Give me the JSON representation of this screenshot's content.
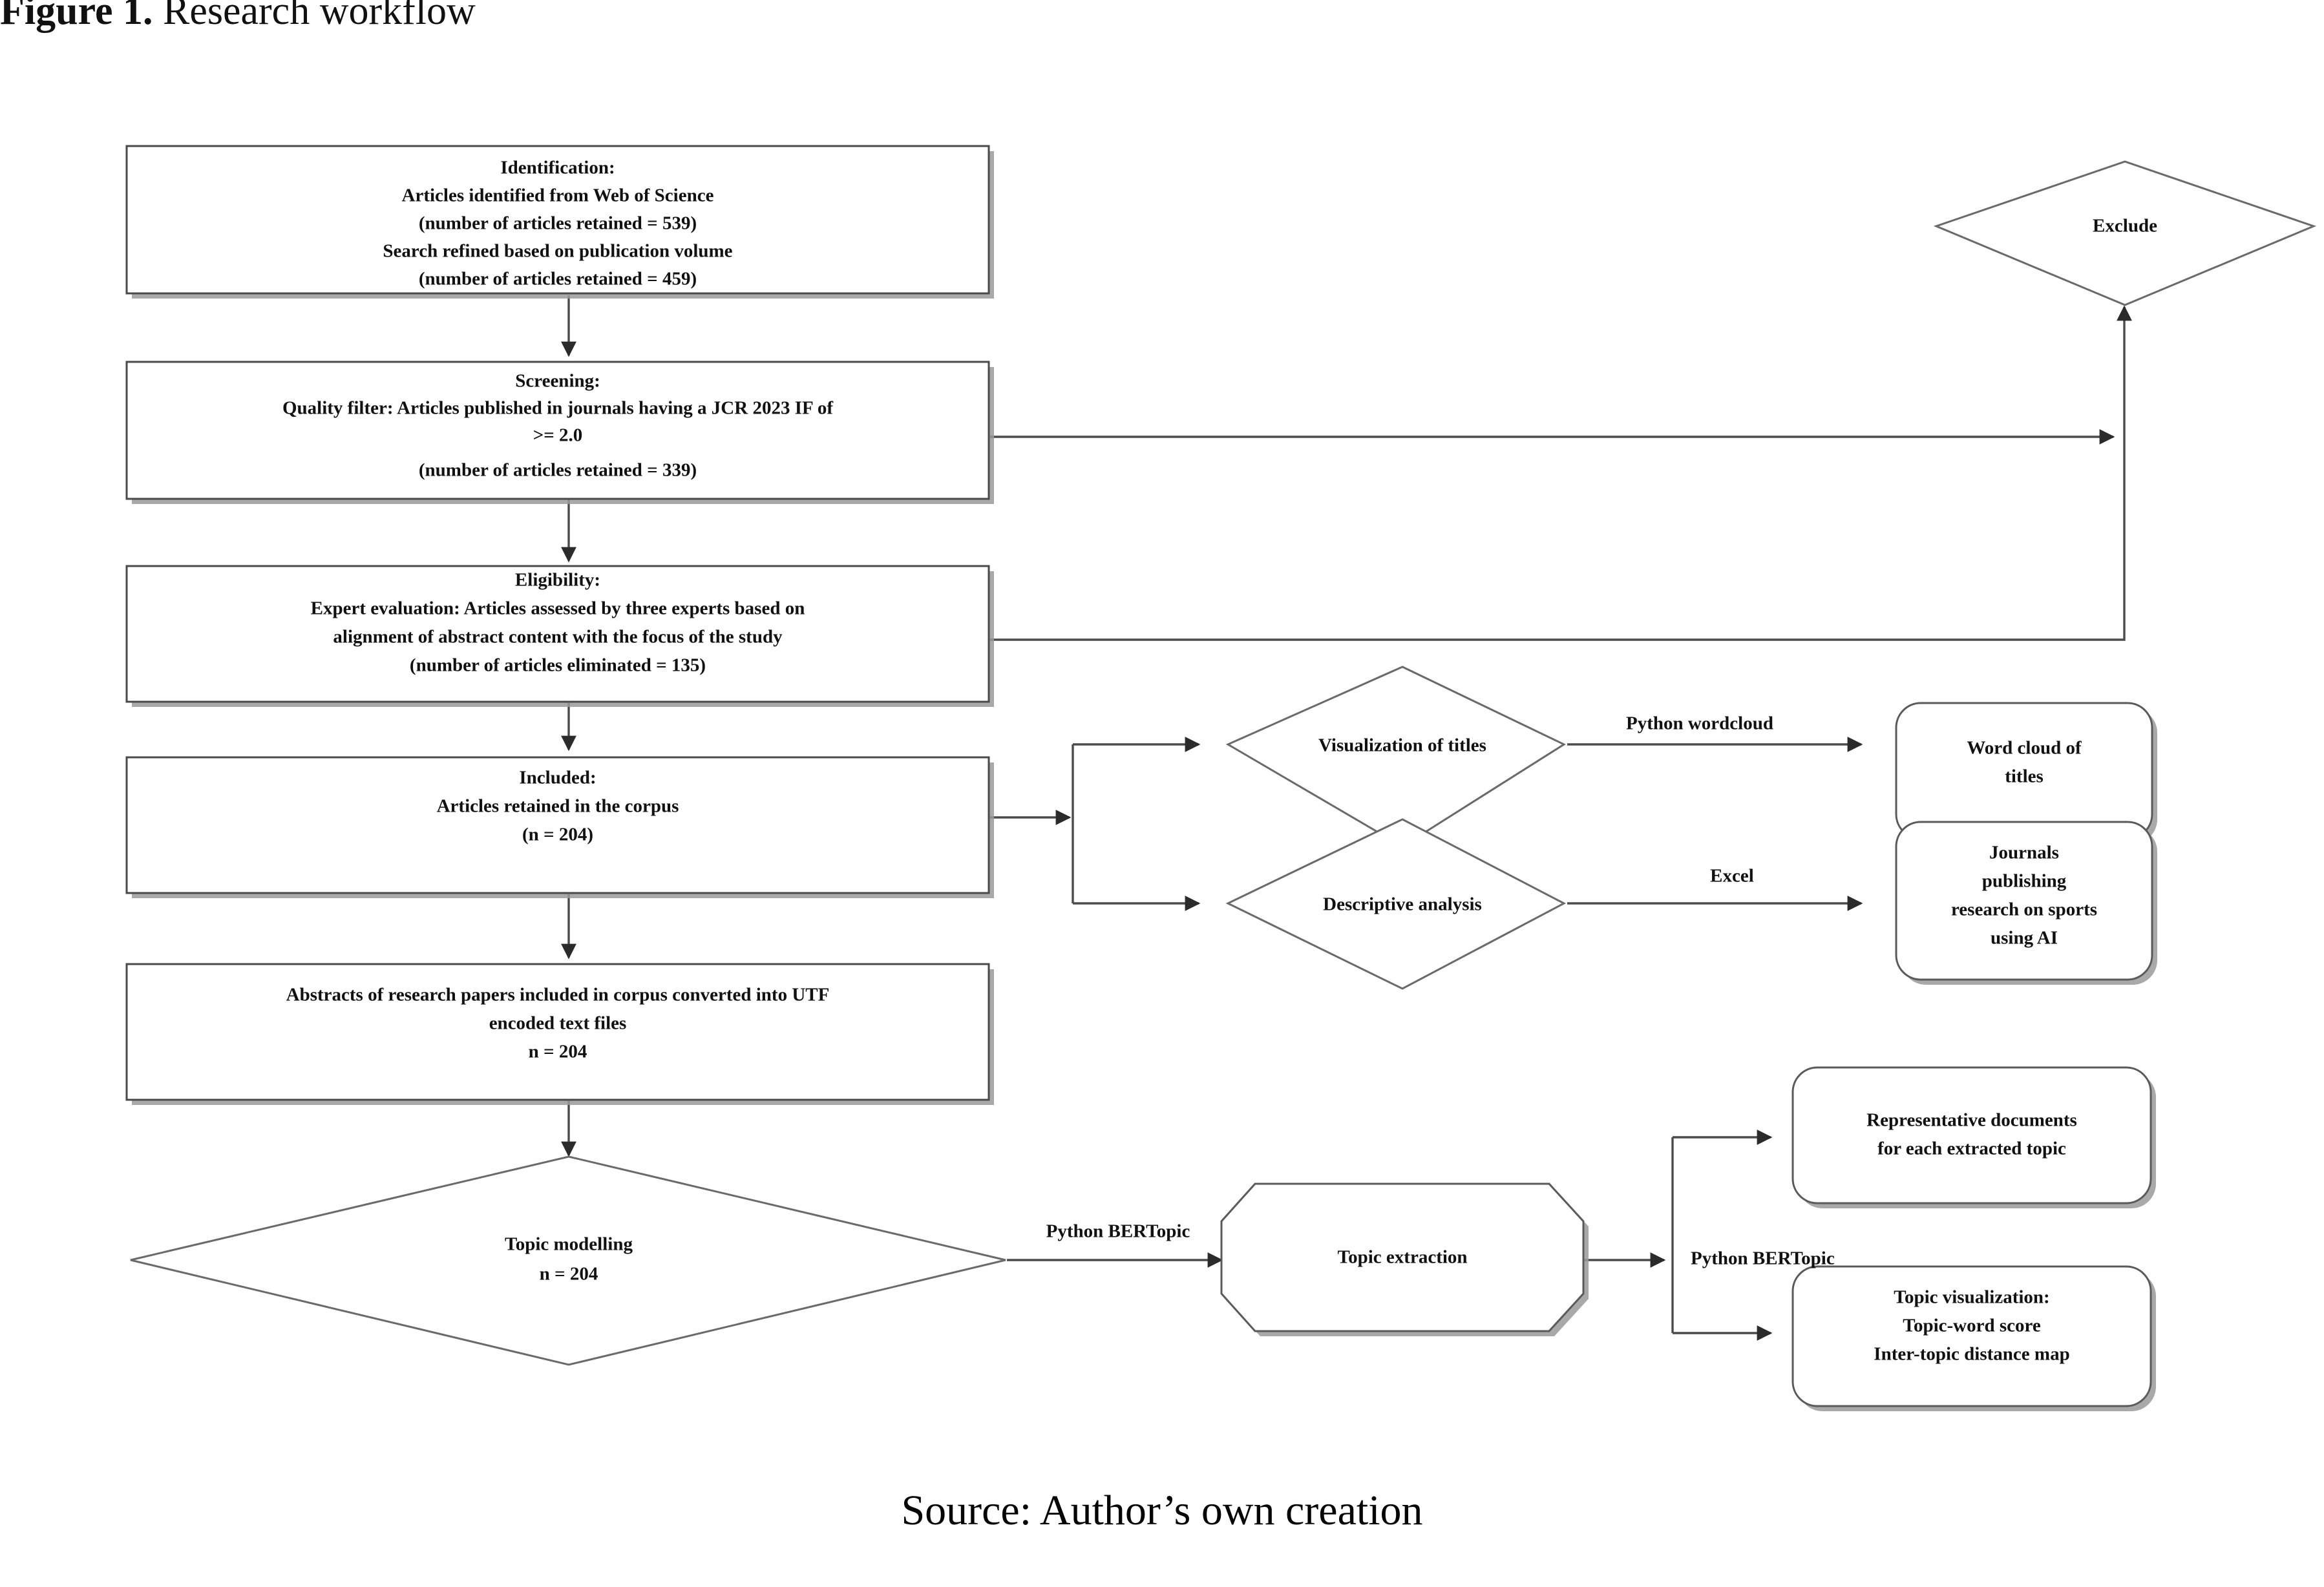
{
  "figure": {
    "label": "Figure 1.",
    "title": "Research workflow",
    "source_caption": "Source: Author’s own creation"
  },
  "colors": {
    "box_stroke": "#4a4a4a",
    "diamond_stroke": "#6a6a6a",
    "edge_stroke": "#4b4b4b",
    "shadow": "#9a9a9a",
    "text": "#111111",
    "background": "#ffffff"
  },
  "nodes": {
    "identification": {
      "shape": "rect",
      "lines": [
        "Identification:",
        "Articles identified from Web of Science",
        "(number of articles retained = 539)",
        "Search refined based on publication volume",
        "(number of articles retained = 459)"
      ]
    },
    "screening": {
      "shape": "rect",
      "lines": [
        "Screening:",
        "Quality filter: Articles published in journals having a JCR 2023 IF of",
        ">= 2.0",
        "(number of articles retained = 339)"
      ]
    },
    "eligibility": {
      "shape": "rect",
      "lines": [
        "Eligibility:",
        "Expert evaluation: Articles assessed by three experts based on",
        "alignment of abstract content with the focus of the study",
        "(number of articles eliminated = 135)"
      ]
    },
    "included": {
      "shape": "rect",
      "lines": [
        "Included:",
        "Articles retained in the corpus",
        "(n = 204)"
      ]
    },
    "abstracts": {
      "shape": "rect",
      "lines": [
        "Abstracts of research papers included in corpus converted into UTF",
        "encoded text files",
        "n = 204"
      ]
    },
    "exclude": {
      "shape": "diamond",
      "lines": [
        "Exclude"
      ]
    },
    "visualization_titles": {
      "shape": "diamond",
      "lines": [
        "Visualization of titles"
      ]
    },
    "descriptive_analysis": {
      "shape": "diamond",
      "lines": [
        "Descriptive analysis"
      ]
    },
    "word_cloud": {
      "shape": "rounded-rect",
      "lines": [
        "Word cloud of",
        "titles"
      ]
    },
    "journals": {
      "shape": "rounded-rect",
      "lines": [
        "Journals",
        "publishing",
        "research on sports",
        "using AI"
      ]
    },
    "topic_modelling": {
      "shape": "diamond",
      "lines": [
        "Topic modelling",
        "n = 204"
      ]
    },
    "topic_extraction": {
      "shape": "octagon",
      "lines": [
        "Topic extraction"
      ]
    },
    "representative_docs": {
      "shape": "rounded-rect",
      "lines": [
        "Representative documents",
        "for each extracted topic"
      ]
    },
    "topic_visualization": {
      "shape": "rounded-rect",
      "lines": [
        "Topic visualization:",
        "Topic-word score",
        "Inter-topic distance map"
      ]
    }
  },
  "edge_labels": {
    "python_wordcloud": "Python wordcloud",
    "excel": "Excel",
    "python_bertopic_1": "Python BERTopic",
    "python_bertopic_2": "Python BERTopic"
  }
}
